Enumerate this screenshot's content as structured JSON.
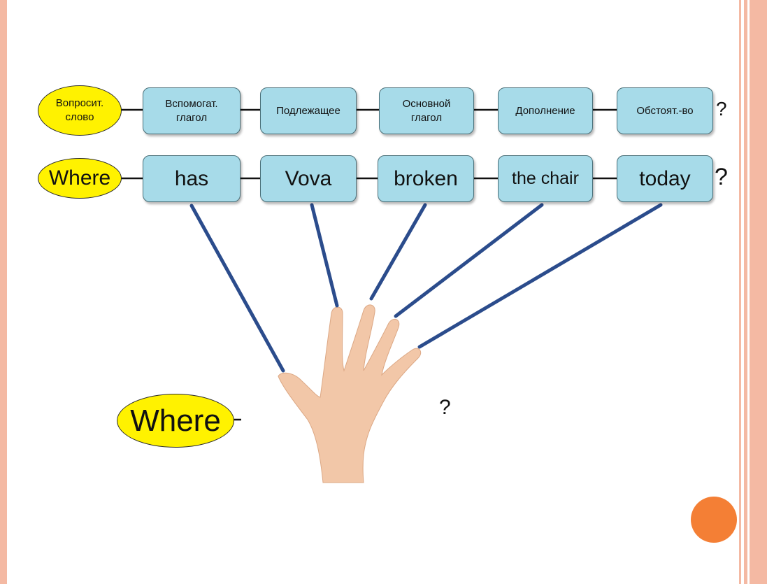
{
  "row1": {
    "question_word": "Вопросит.\nслово",
    "boxes": [
      "Вспомогат.\nглагол",
      "Подлежащее",
      "Основной\nглагол",
      "Дополнение",
      "Обстоят.-во"
    ],
    "end_mark": "?"
  },
  "row2": {
    "question_word": "Where",
    "boxes": [
      "has",
      "Vova",
      "broken",
      "the chair",
      "today"
    ],
    "end_mark": "?"
  },
  "bottom": {
    "question_word": "Where",
    "question_mark": "?"
  },
  "colors": {
    "box_fill": "#a7dbe9",
    "ellipse_fill": "#fff200",
    "connector_line": "#2b4c8c",
    "frame": "#f4b9a3",
    "accent_dot": "#f47f35"
  }
}
